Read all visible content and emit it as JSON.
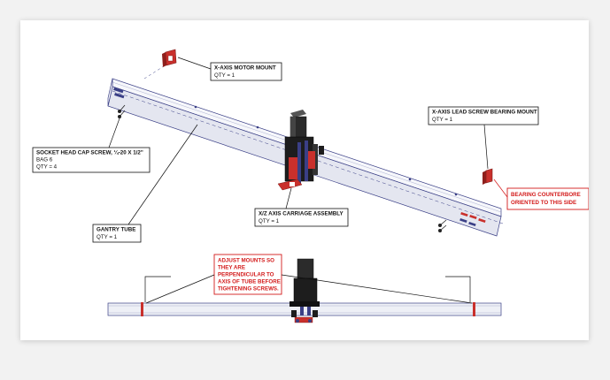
{
  "labels": {
    "motor_mount": {
      "title": "X-AXIS MOTOR MOUNT",
      "qty": "QTY = 1"
    },
    "lead_screw_mount": {
      "title": "X-AXIS LEAD SCREW BEARING MOUNT",
      "qty": "QTY = 1"
    },
    "socket_screw": {
      "title": "SOCKET HEAD CAP SCREW, ¼-20 X 1/2\"",
      "bag": "BAG 6",
      "qty": "QTY = 4"
    },
    "gantry_tube": {
      "title": "GANTRY TUBE",
      "qty": "QTY = 1"
    },
    "carriage": {
      "title": "X/Z AXIS CARRIAGE ASSEMBLY",
      "qty": "QTY = 1"
    }
  },
  "notes": {
    "bearing": [
      "BEARING COUNTERBORE",
      "ORIENTED TO THIS SIDE"
    ],
    "adjust": [
      "ADJUST MOUNTS SO",
      "THEY ARE",
      "PERPENDICULAR TO",
      "AXIS OF TUBE BEFORE",
      "TIGHTENING SCREWS."
    ]
  },
  "colors": {
    "accent_red": "#d31a1a",
    "mount_red": "#c9302c",
    "tube_fill": "#eef0f6",
    "tube_edge": "#3a3f86",
    "motor_dark": "#2b2b2b"
  }
}
